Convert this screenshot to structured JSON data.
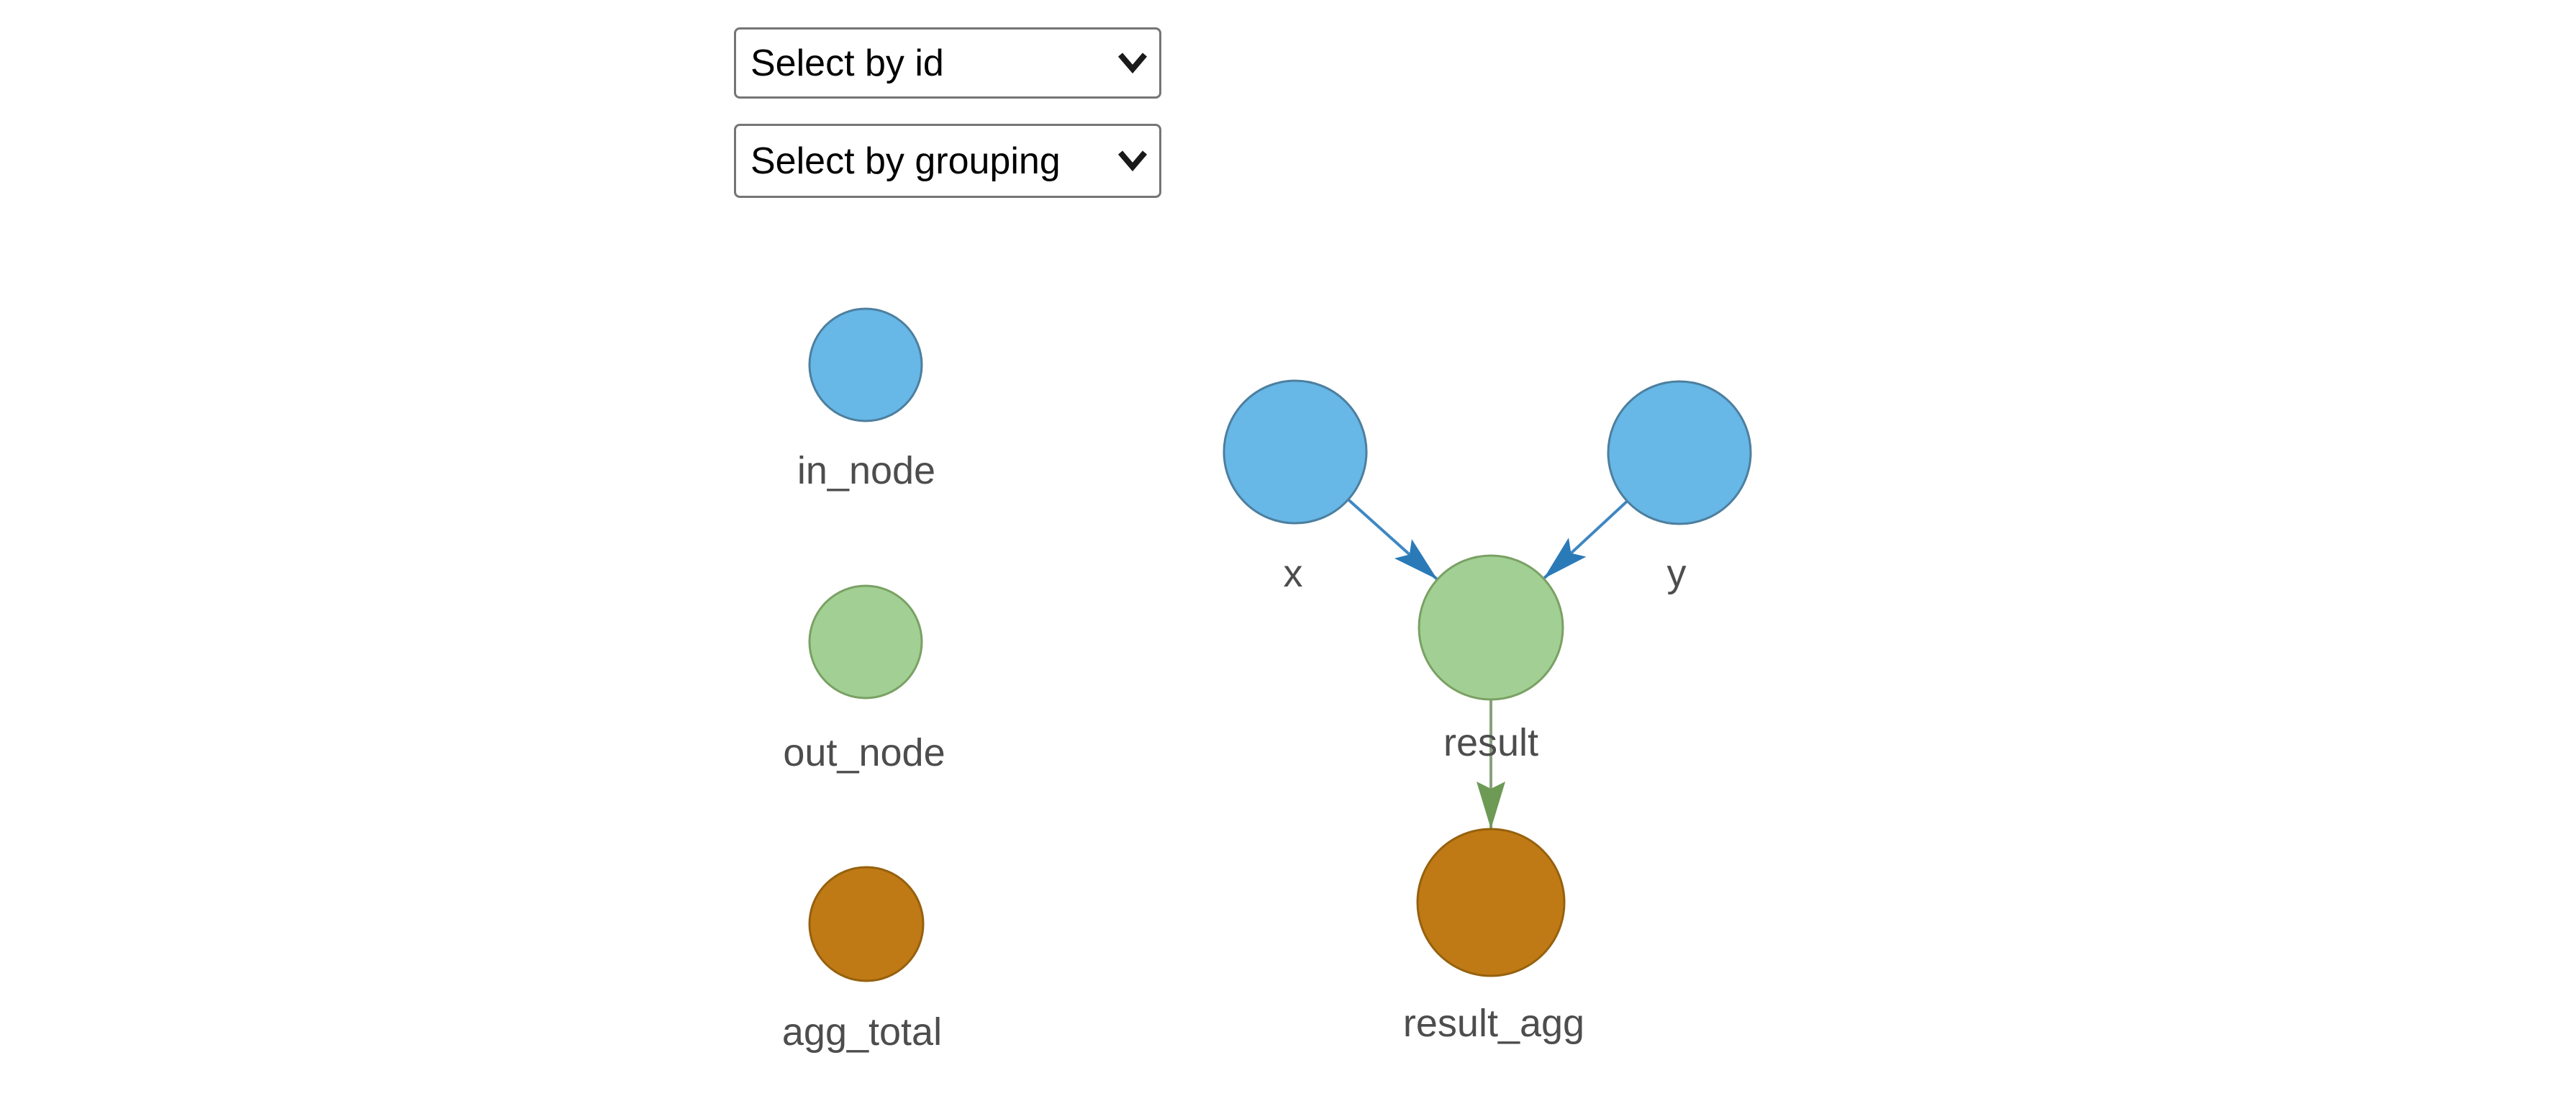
{
  "controls": {
    "select_by_id": {
      "value": "Select by id"
    },
    "select_by_grouping": {
      "value": "Select by grouping"
    }
  },
  "legend": {
    "items": [
      {
        "label": "in_node",
        "fill": "#67b7e7",
        "stroke": "#4d7f9e"
      },
      {
        "label": "out_node",
        "fill": "#a2cf93",
        "stroke": "#7aa164"
      },
      {
        "label": "agg_total",
        "fill": "#c07a15",
        "stroke": "#96610e"
      }
    ]
  },
  "graph": {
    "nodes": [
      {
        "id": "x",
        "label": "x",
        "group": "in_node",
        "fill": "#67b7e7",
        "stroke": "#4d7f9e"
      },
      {
        "id": "y",
        "label": "y",
        "group": "in_node",
        "fill": "#67b7e7",
        "stroke": "#4d7f9e"
      },
      {
        "id": "result",
        "label": "result",
        "group": "out_node",
        "fill": "#a2cf93",
        "stroke": "#7aa164"
      },
      {
        "id": "result_agg",
        "label": "result_agg",
        "group": "agg_total",
        "fill": "#c07a15",
        "stroke": "#96610e"
      }
    ],
    "edges": [
      {
        "from": "x",
        "to": "result",
        "line": "#3f87c2",
        "head": "#2a7ab8"
      },
      {
        "from": "y",
        "to": "result",
        "line": "#3f87c2",
        "head": "#2a7ab8"
      },
      {
        "from": "result",
        "to": "result_agg",
        "line": "#8aa07e",
        "head": "#6d9a55"
      }
    ]
  },
  "colors": {
    "label": "#4d4d4d",
    "select_border": "#757575",
    "chevron": "#1a1a1a",
    "background": "#ffffff"
  }
}
